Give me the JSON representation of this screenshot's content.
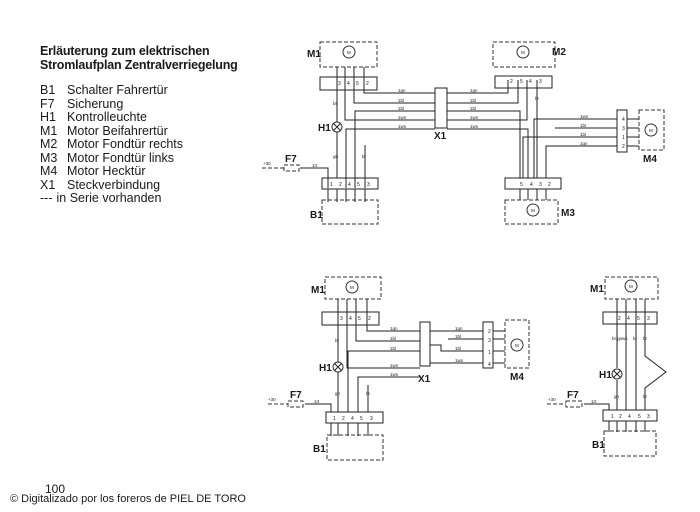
{
  "title": [
    "Erläuterung zum elektrischen",
    "Stromlaufplan Zentralverriegelung"
  ],
  "legend": [
    {
      "code": "B1",
      "text": "Schalter Fahrertür"
    },
    {
      "code": "F7",
      "text": "Sicherung"
    },
    {
      "code": "H1",
      "text": "Kontrolleuchte"
    },
    {
      "code": "M1",
      "text": "Motor Beifahrertür"
    },
    {
      "code": "M2",
      "text": "Motor Fondtür rechts"
    },
    {
      "code": "M3",
      "text": "Motor Fondtür links"
    },
    {
      "code": "M4",
      "text": "Motor Hecktür"
    },
    {
      "code": "X1",
      "text": "Steckverbindung"
    },
    {
      "code": "---",
      "text": "in Serie vorhanden"
    }
  ],
  "components": {
    "M1": "M1",
    "M2": "M2",
    "M3": "M3",
    "M4": "M4",
    "H1": "H1",
    "F7": "F7",
    "B1": "B1",
    "X1": "X1",
    "motor": "M",
    "supply": "+30"
  },
  "wires": {
    "gn1": "1gn",
    "bl1": "1bl",
    "ws1": "1ws",
    "br1": "1br",
    "br": "br",
    "gn": "gn",
    "rt1": "1rt",
    "ws": "ws",
    "bl": "bl",
    "brgn": "br gn"
  },
  "pins": {
    "m1": [
      "3",
      "4",
      "5",
      "2"
    ],
    "b1": [
      "1",
      "2",
      "4",
      "5",
      "3"
    ],
    "m2": [
      "2",
      "5",
      "4",
      "3"
    ],
    "m3": [
      "5",
      "4",
      "3",
      "2"
    ],
    "m4": [
      "4",
      "3",
      "1",
      "2"
    ],
    "m1c": [
      "2",
      "4",
      "5",
      "3"
    ]
  },
  "footer": {
    "page_number": "100",
    "credit": "© Digitalizado por los foreros de PIEL DE TORO"
  }
}
